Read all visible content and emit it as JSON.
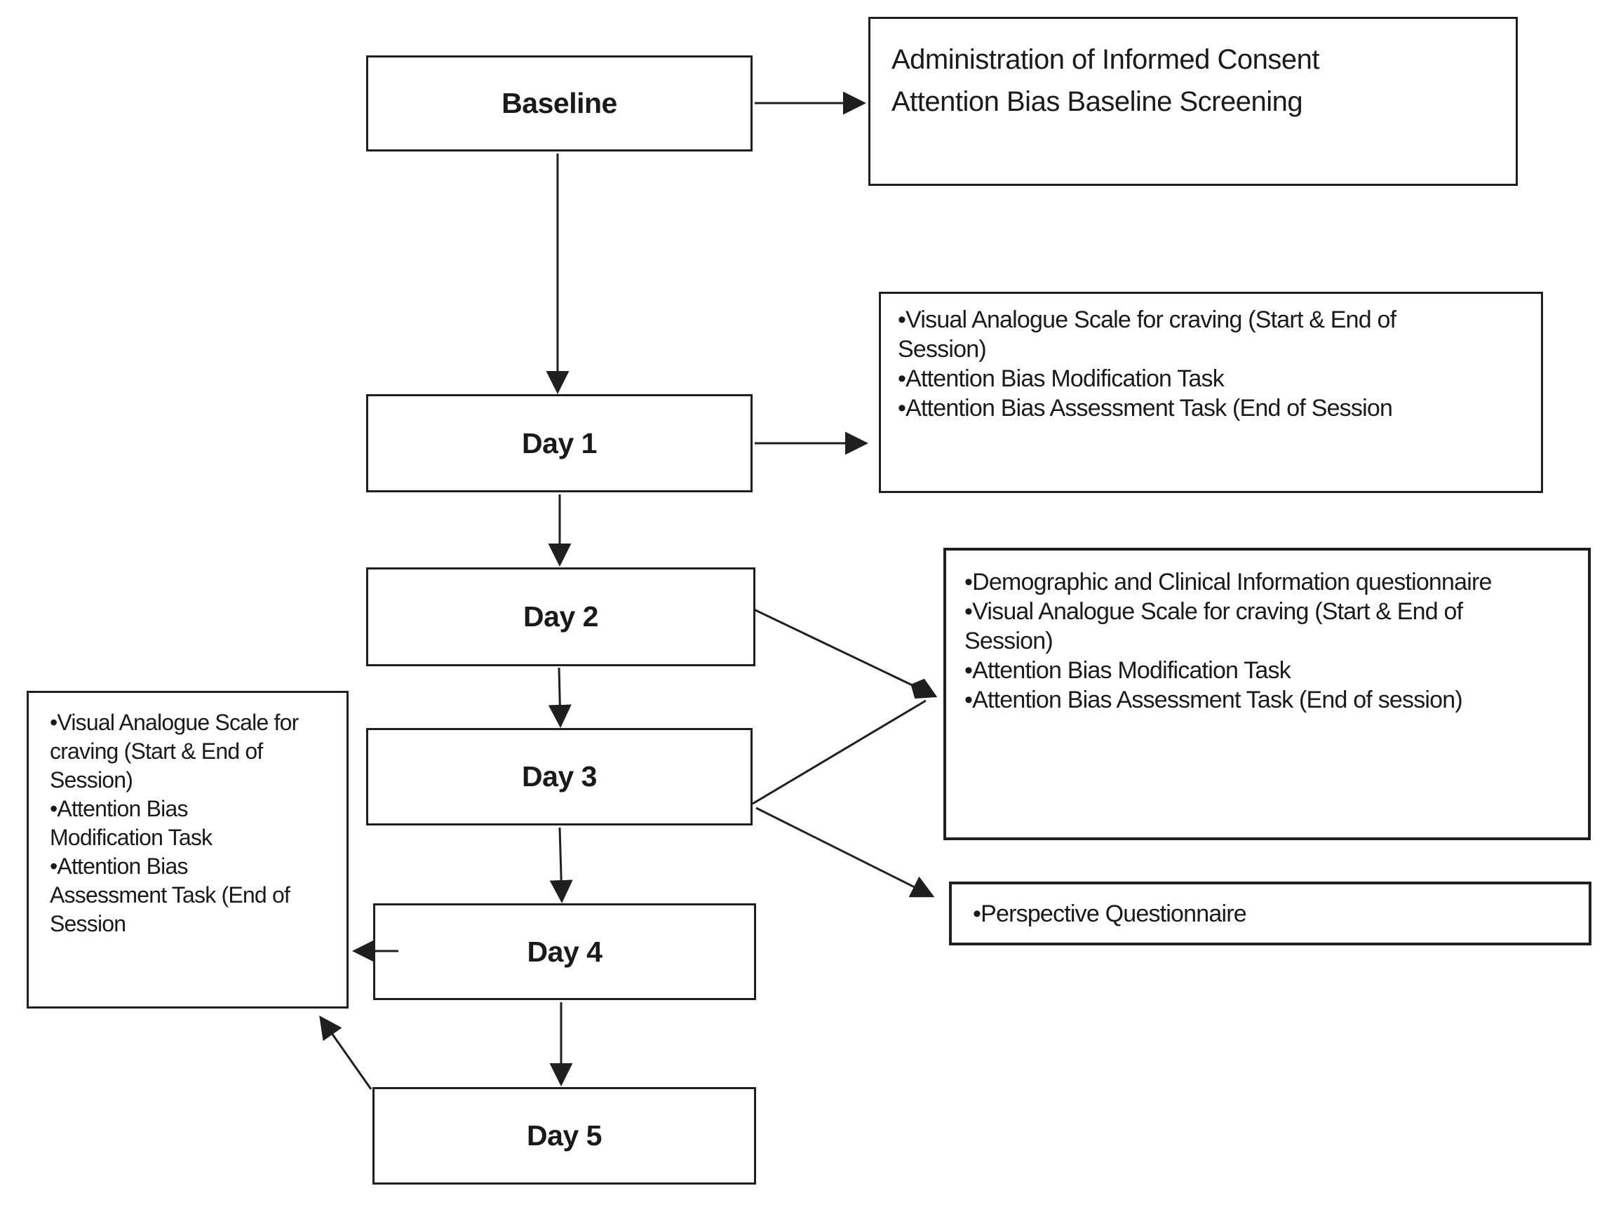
{
  "title": "Study procedure flow diagram",
  "colors": {
    "background": "#ffffff",
    "line": "#1f1f1f",
    "box_border": "#1f1f1f",
    "text": "#1a1a1a"
  },
  "nodes": {
    "baseline": {
      "label": "Baseline"
    },
    "day1": {
      "label": "Day 1"
    },
    "day2": {
      "label": "Day 2"
    },
    "day3": {
      "label": "Day 3"
    },
    "day4": {
      "label": "Day 4"
    },
    "day5": {
      "label": "Day 5"
    }
  },
  "notes": {
    "consent": {
      "lines": [
        "Administration of Informed Consent",
        "Attention Bias Baseline Screening"
      ]
    },
    "day1_tasks": {
      "lines": [
        "•Visual Analogue Scale for craving (Start & End of",
        "Session)",
        "•Attention Bias Modification Task",
        "•Attention Bias Assessment Task (End of Session"
      ]
    },
    "day2_day3_tasks": {
      "lines": [
        "•Demographic and Clinical Information questionnaire",
        "•Visual Analogue Scale for craving (Start & End of",
        "Session)",
        "•Attention Bias Modification Task",
        "•Attention Bias Assessment Task (End of session)"
      ]
    },
    "perspective": {
      "lines": [
        "•Perspective Questionnaire"
      ]
    },
    "day4_day5_tasks": {
      "lines": [
        "•Visual Analogue Scale for",
        "craving (Start & End of",
        "Session)",
        "•Attention Bias",
        "Modification Task",
        "•Attention Bias",
        "Assessment Task (End of",
        "Session"
      ]
    }
  }
}
